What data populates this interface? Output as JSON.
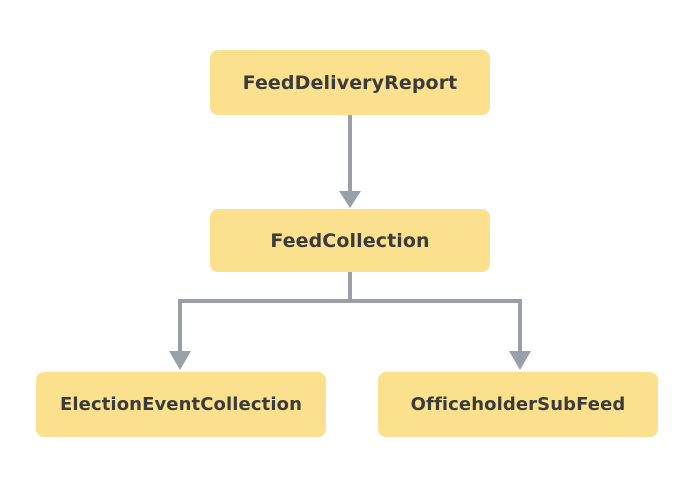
{
  "diagram": {
    "type": "flowchart",
    "orientation": "top-down",
    "background_color": "#ffffff",
    "node_fill_color": "#fbe08e",
    "node_text_color": "#3b3b3b",
    "connector_color": "#9aa0a8",
    "nodes": [
      {
        "id": "feed-delivery-report",
        "label": "FeedDeliveryReport"
      },
      {
        "id": "feed-collection",
        "label": "FeedCollection"
      },
      {
        "id": "election-event-collection",
        "label": "ElectionEventCollection"
      },
      {
        "id": "officeholder-sub-feed",
        "label": "OfficeholderSubFeed"
      }
    ],
    "edges": [
      {
        "id": "edge-report-to-collection",
        "from": "feed-delivery-report",
        "to": "feed-collection",
        "style": "straight-arrow"
      },
      {
        "id": "edge-collection-to-election",
        "from": "feed-collection",
        "to": "election-event-collection",
        "style": "elbow-arrow"
      },
      {
        "id": "edge-collection-to-officeholder",
        "from": "feed-collection",
        "to": "officeholder-sub-feed",
        "style": "elbow-arrow"
      }
    ]
  }
}
